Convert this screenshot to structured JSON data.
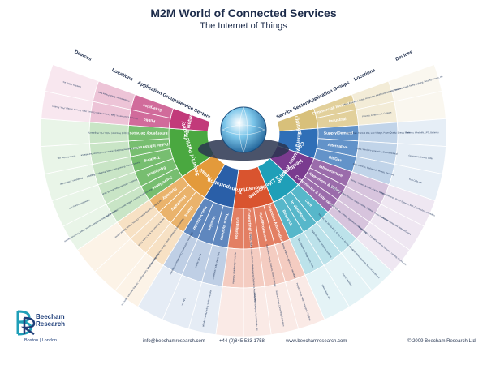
{
  "title": "M2M World of Connected Services",
  "subtitle": "The Internet of Things",
  "ring_labels": {
    "left": [
      "Devices",
      "Locations",
      "Application Groups",
      "Service Sectors"
    ],
    "right": [
      "Service Sectors",
      "Application Groups",
      "Locations",
      "Devices"
    ]
  },
  "sectors": [
    {
      "name": "Buildings",
      "color": "#d8c07a",
      "groups": [
        {
          "name": "Commercial/ Institutional",
          "locations": "Office, Education, Retail, Hospitality, Healthcare, Airports, Stadiums",
          "devices": "HVAC, Transport, Fire & Safety, Lighting, Security, Access, etc."
        },
        {
          "name": "Industrial",
          "locations": "Process, Clean Room, Campus",
          "devices": ""
        }
      ]
    },
    {
      "name": "Energy",
      "color": "#2f6fb7",
      "groups": [
        {
          "name": "Supply/Demand",
          "locations": "Power Gen, Trans & Dist, Low Voltage, Power Quality, Energy Mgmt",
          "devices": "Turbines, Windmills, UPS, Batteries"
        },
        {
          "name": "Alternative",
          "locations": "Solar, Wind, Co-generation, Electrochemical",
          "devices": "Generators, Meters, Drills"
        },
        {
          "name": "Oil/Gas",
          "locations": "Rigs, Derricks, Well Heads, Pumps, Pipelines",
          "devices": "Fuel Cells, etc."
        }
      ]
    },
    {
      "name": "Consumer & Home",
      "color": "#7a3b8f",
      "groups": [
        {
          "name": "Infrastructure",
          "locations": "Wiring, Network Access, Energy Mgmt",
          "devices": "Digital Cameras, Power Systems, MID, Dishwashers, eReaders"
        },
        {
          "name": "Awareness & Safety",
          "locations": "Security/ Fire Safety, Environ. Safety, Elderly, Children, Power Protection",
          "devices": "Desktop Computers, Washer/Dryers"
        },
        {
          "name": "Convenience & Entertainment",
          "locations": "HVAC/Climate, Lighting, Appliance, Entertainment",
          "devices": "Meters, Lights, TVs, MP3, Games Consoles, Lighting, Alarms, etc."
        }
      ]
    },
    {
      "name": "Healthcare & Life Science",
      "color": "#1f9fb8",
      "groups": [
        {
          "name": "Care",
          "locations": "Hospital, ER, Mobile POC, Clinic, Labs, Doctor Office",
          "devices": "MRI, PDAs, Implants, Surgical Equipment"
        },
        {
          "name": "In Vivo/Home",
          "locations": "Implants, Home Monitoring Systems",
          "devices": "Pumps, Monitors"
        },
        {
          "name": "Research",
          "locations": "Drug Discovery, Diagnostics, Labs",
          "devices": "Telemedicine, etc."
        }
      ]
    },
    {
      "name": "Industrial",
      "color": "#d9542f",
      "groups": [
        {
          "name": "Resource Automation",
          "locations": "Mining, Irrigation, Agricultural, Woodland",
          "devices": "Pumps, Valves, Vats, Conveyors, Pipelines"
        },
        {
          "name": "Fluid/Processes",
          "locations": "Petro-chem, Hydro, Carbons, Food, Beverage",
          "devices": "Motors, Drives, Converting, Fabrication"
        },
        {
          "name": "Converting/ Discrete",
          "locations": "Metals, Papers, Rubber/Plastic, Metalworking, Electronics Assembly/Test",
          "devices": "Assembly/Packaging, Vessels/Tanks, etc."
        },
        {
          "name": "Distribution",
          "locations": "Pipelines, Conveyance, Networks",
          "devices": ""
        }
      ]
    },
    {
      "name": "Transportation",
      "color": "#2a5fa8",
      "groups": [
        {
          "name": "Trans Systems",
          "locations": "Tolls, Traffic Mgmt, Navigation",
          "devices": "Vehicles, Lights, Ships, Planes, Signage"
        },
        {
          "name": "Vehicles",
          "locations": "Air, Rail, Marine",
          "devices": "Tolls, etc."
        },
        {
          "name": "Non-Vehicular",
          "locations": "Consumer, Commercial, Construction, Off Highway",
          "devices": ""
        }
      ]
    },
    {
      "name": "Retail",
      "color": "#e39a3b",
      "groups": [
        {
          "name": "Stores",
          "locations": "Supermarkets, Shopping Centers, Single Site, Distribution Centers",
          "devices": "POS Terminals, Tags, Cash Registers, Vending Machines, Signs, etc."
        },
        {
          "name": "Hospitality",
          "locations": "Hotels, Restaurants, Bars, Cafes, Clubs",
          "devices": ""
        },
        {
          "name": "Specialty",
          "locations": "Fuel Stations, Gaming, Bowling, Cinema, Discos, Special Events",
          "devices": ""
        }
      ]
    },
    {
      "name": "Security/ Public Safety",
      "color": "#4aa840",
      "groups": [
        {
          "name": "Surveillance",
          "locations": "Radar/Satellite, Environ, Military Security, Unmanned, Fixed",
          "devices": "Tanks, Fighter Jets, Battlefield Comms, Jeeps, Cars, Ambulances"
        },
        {
          "name": "Equipment",
          "locations": "Weapons, Vehicles, Ships, Aircraft, Gear",
          "devices": "Homeland Security, Fire"
        },
        {
          "name": "Tracking",
          "locations": "Human, Animal, Postal, Food, Health, Packaging, Baggage",
          "devices": "Breakdown, Lone Worker"
        },
        {
          "name": "Public Infrastructure",
          "locations": "Water Treatment, Building Environ., Gen. Environ. Surveillance",
          "devices": "Enviro. Monitor, etc."
        },
        {
          "name": "Emergency Services",
          "locations": "Equip & Personnel, Police, Fire, Regulatory",
          "devices": ""
        }
      ]
    },
    {
      "name": "IT & Networks",
      "color": "#c23a7a",
      "groups": [
        {
          "name": "Public",
          "locations": "Services, E-Commerce, Data Centers, Mobile Carriers, ISPs",
          "devices": "Servers, Storage, PCs, Routers"
        },
        {
          "name": "Enterprise",
          "locations": "IT/Data Center, Office, Private Nets",
          "devices": "Switches, PBXs, etc."
        }
      ]
    }
  ],
  "footer": {
    "email": "info@beechamresearch.com",
    "phone": "+44 (0)845 533 1758",
    "web": "www.beechamresearch.com",
    "copyright": "© 2009 Beecham Research Ltd."
  },
  "logo": {
    "name_line1": "Beecham",
    "name_line2": "Research",
    "cities": "Boston | London"
  }
}
